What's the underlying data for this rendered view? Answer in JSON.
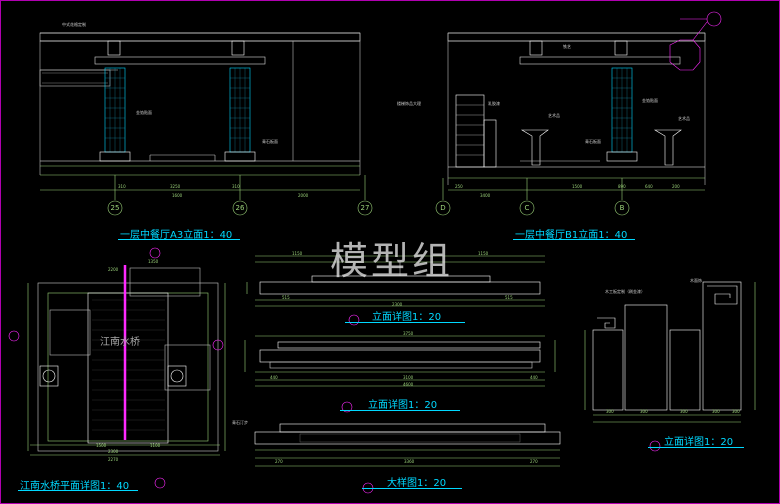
{
  "titles": {
    "elev_a3": "一层中餐厅A3立面1：40",
    "elev_b1": "一层中餐厅B1立面1：40",
    "detail_elev_1": "立面详图1：20",
    "detail_elev_2": "立面详图1：20",
    "detail_elev_3": "立面详图1：20",
    "detail_large": "大样图1：20",
    "bridge_plan": "江南水桥平面详图1：40"
  },
  "watermark": "模型组",
  "plan_text": "江南水桥",
  "grid_bubbles": [
    "25",
    "26",
    "27",
    "D",
    "C",
    "B"
  ],
  "labels": {
    "a3_top": "中式花格定制",
    "a3_column": "金箔贴面",
    "a3_base": "青石板面",
    "b1_door": "铁艺",
    "b1_stair": "楼梯饰品大理",
    "b1_wall": "乳胶漆",
    "b1_art": "艺术品",
    "b1_column": "金箔贴面",
    "b1_art2": "艺术品",
    "b1_base": "青石板面",
    "plan_note": "青石汀步",
    "d3_left": "木工板定制（刷金漆）",
    "d3_right": "木面饰"
  },
  "dims": {
    "a3_bottom": [
      "310",
      "3250",
      "310",
      "1600",
      "2000"
    ],
    "b1_bottom": [
      "250",
      "3400",
      "1500",
      "890",
      "640",
      "200"
    ],
    "detail1": [
      "1150",
      "1150",
      "2300",
      "515",
      "515"
    ],
    "detail2": [
      "3750",
      "3100",
      "4600",
      "440",
      "440"
    ],
    "detail_large": [
      "3360",
      "270",
      "270"
    ],
    "detail3": [
      "300",
      "300",
      "300",
      "300",
      "300"
    ],
    "plan": [
      "2200",
      "1350",
      "2270",
      "2300",
      "1500",
      "1100"
    ]
  },
  "colors": {
    "frame": "#b000b0",
    "cyan": "#00d8ff",
    "green": "#9cd37a",
    "magenta": "#ff2aff",
    "white": "#ffffff"
  }
}
